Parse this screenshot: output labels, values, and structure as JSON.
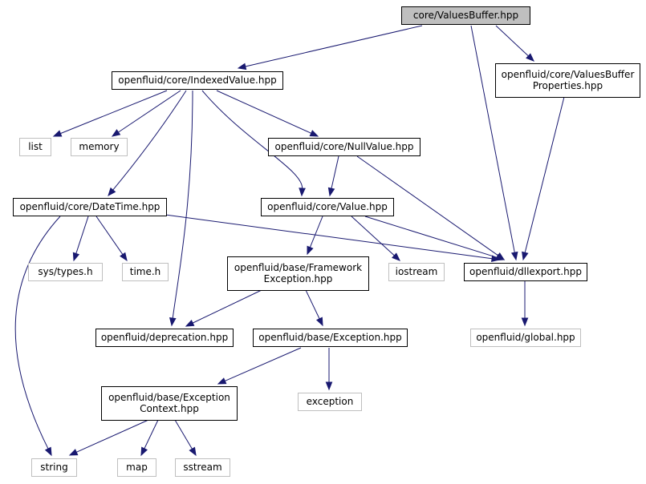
{
  "diagram": {
    "colors": {
      "edge": "#191970",
      "root_fill": "#bfbfbf",
      "node_border": "#000000",
      "system_border": "#bfbfbf",
      "text": "#000000"
    },
    "nodes": [
      {
        "id": "root",
        "kind": "root",
        "lines": [
          "core/ValuesBuffer.hpp"
        ]
      },
      {
        "id": "indexedvalue",
        "kind": "header",
        "lines": [
          "openfluid/core/IndexedValue.hpp"
        ]
      },
      {
        "id": "vbprops",
        "kind": "header",
        "lines": [
          "openfluid/core/ValuesBuffer",
          "Properties.hpp"
        ]
      },
      {
        "id": "list",
        "kind": "system",
        "lines": [
          "list"
        ]
      },
      {
        "id": "memory",
        "kind": "system",
        "lines": [
          "memory"
        ]
      },
      {
        "id": "nullvalue",
        "kind": "header",
        "lines": [
          "openfluid/core/NullValue.hpp"
        ]
      },
      {
        "id": "datetime",
        "kind": "header",
        "lines": [
          "openfluid/core/DateTime.hpp"
        ]
      },
      {
        "id": "value",
        "kind": "header",
        "lines": [
          "openfluid/core/Value.hpp"
        ]
      },
      {
        "id": "systypes",
        "kind": "system",
        "lines": [
          "sys/types.h"
        ]
      },
      {
        "id": "timeh",
        "kind": "system",
        "lines": [
          "time.h"
        ]
      },
      {
        "id": "fwexception",
        "kind": "header",
        "lines": [
          "openfluid/base/Framework",
          "Exception.hpp"
        ]
      },
      {
        "id": "iostream",
        "kind": "system",
        "lines": [
          "iostream"
        ]
      },
      {
        "id": "dllexport",
        "kind": "header",
        "lines": [
          "openfluid/dllexport.hpp"
        ]
      },
      {
        "id": "deprecation",
        "kind": "header",
        "lines": [
          "openfluid/deprecation.hpp"
        ]
      },
      {
        "id": "exception_hpp",
        "kind": "header",
        "lines": [
          "openfluid/base/Exception.hpp"
        ]
      },
      {
        "id": "global",
        "kind": "system",
        "lines": [
          "openfluid/global.hpp"
        ]
      },
      {
        "id": "exccontext",
        "kind": "header",
        "lines": [
          "openfluid/base/Exception",
          "Context.hpp"
        ]
      },
      {
        "id": "exception",
        "kind": "system",
        "lines": [
          "exception"
        ]
      },
      {
        "id": "string",
        "kind": "system",
        "lines": [
          "string"
        ]
      },
      {
        "id": "map",
        "kind": "system",
        "lines": [
          "map"
        ]
      },
      {
        "id": "sstream",
        "kind": "system",
        "lines": [
          "sstream"
        ]
      }
    ],
    "edges": [
      {
        "from": "root",
        "to": "indexedvalue"
      },
      {
        "from": "root",
        "to": "vbprops"
      },
      {
        "from": "root",
        "to": "dllexport"
      },
      {
        "from": "indexedvalue",
        "to": "list"
      },
      {
        "from": "indexedvalue",
        "to": "memory"
      },
      {
        "from": "indexedvalue",
        "to": "nullvalue"
      },
      {
        "from": "indexedvalue",
        "to": "datetime"
      },
      {
        "from": "indexedvalue",
        "to": "value"
      },
      {
        "from": "indexedvalue",
        "to": "deprecation"
      },
      {
        "from": "vbprops",
        "to": "dllexport"
      },
      {
        "from": "nullvalue",
        "to": "value"
      },
      {
        "from": "nullvalue",
        "to": "dllexport"
      },
      {
        "from": "datetime",
        "to": "systypes"
      },
      {
        "from": "datetime",
        "to": "timeh"
      },
      {
        "from": "datetime",
        "to": "dllexport"
      },
      {
        "from": "datetime",
        "to": "string"
      },
      {
        "from": "value",
        "to": "fwexception"
      },
      {
        "from": "value",
        "to": "iostream"
      },
      {
        "from": "value",
        "to": "dllexport"
      },
      {
        "from": "fwexception",
        "to": "deprecation"
      },
      {
        "from": "fwexception",
        "to": "exception_hpp"
      },
      {
        "from": "dllexport",
        "to": "global"
      },
      {
        "from": "exception_hpp",
        "to": "exception"
      },
      {
        "from": "exception_hpp",
        "to": "exccontext"
      },
      {
        "from": "exccontext",
        "to": "string"
      },
      {
        "from": "exccontext",
        "to": "map"
      },
      {
        "from": "exccontext",
        "to": "sstream"
      }
    ]
  }
}
